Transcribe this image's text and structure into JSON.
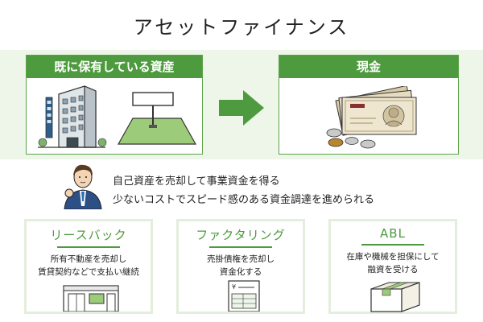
{
  "title": "アセットファイナンス",
  "owned_box": {
    "label": "既に保有している資産",
    "icons": [
      "office-building-icon",
      "land-lot-sign-icon"
    ]
  },
  "cash_box": {
    "label": "現金",
    "icons": [
      "banknotes-icon",
      "coins-icon"
    ]
  },
  "message": {
    "line1": "自己資産を売却して事業資金を得る",
    "line2": "少ないコストでスピード感のある資金調達を進められる"
  },
  "cards": [
    {
      "title": "リースバック",
      "desc1": "所有不動産を売却し",
      "desc2": "賃貸契約などで支払い継続",
      "icon": "storefront-icon"
    },
    {
      "title": "ファクタリング",
      "desc1": "売掛債権を売却し",
      "desc2": "資金化する",
      "icon": "invoice-icon"
    },
    {
      "title": "ABL",
      "desc1": "在庫や機械を担保にして",
      "desc2": "融資を受ける",
      "icon": "cardboard-box-icon"
    }
  ],
  "colors": {
    "accent": "#4e9a3e",
    "band": "#eef6ea",
    "card_border": "#e3eedc"
  }
}
